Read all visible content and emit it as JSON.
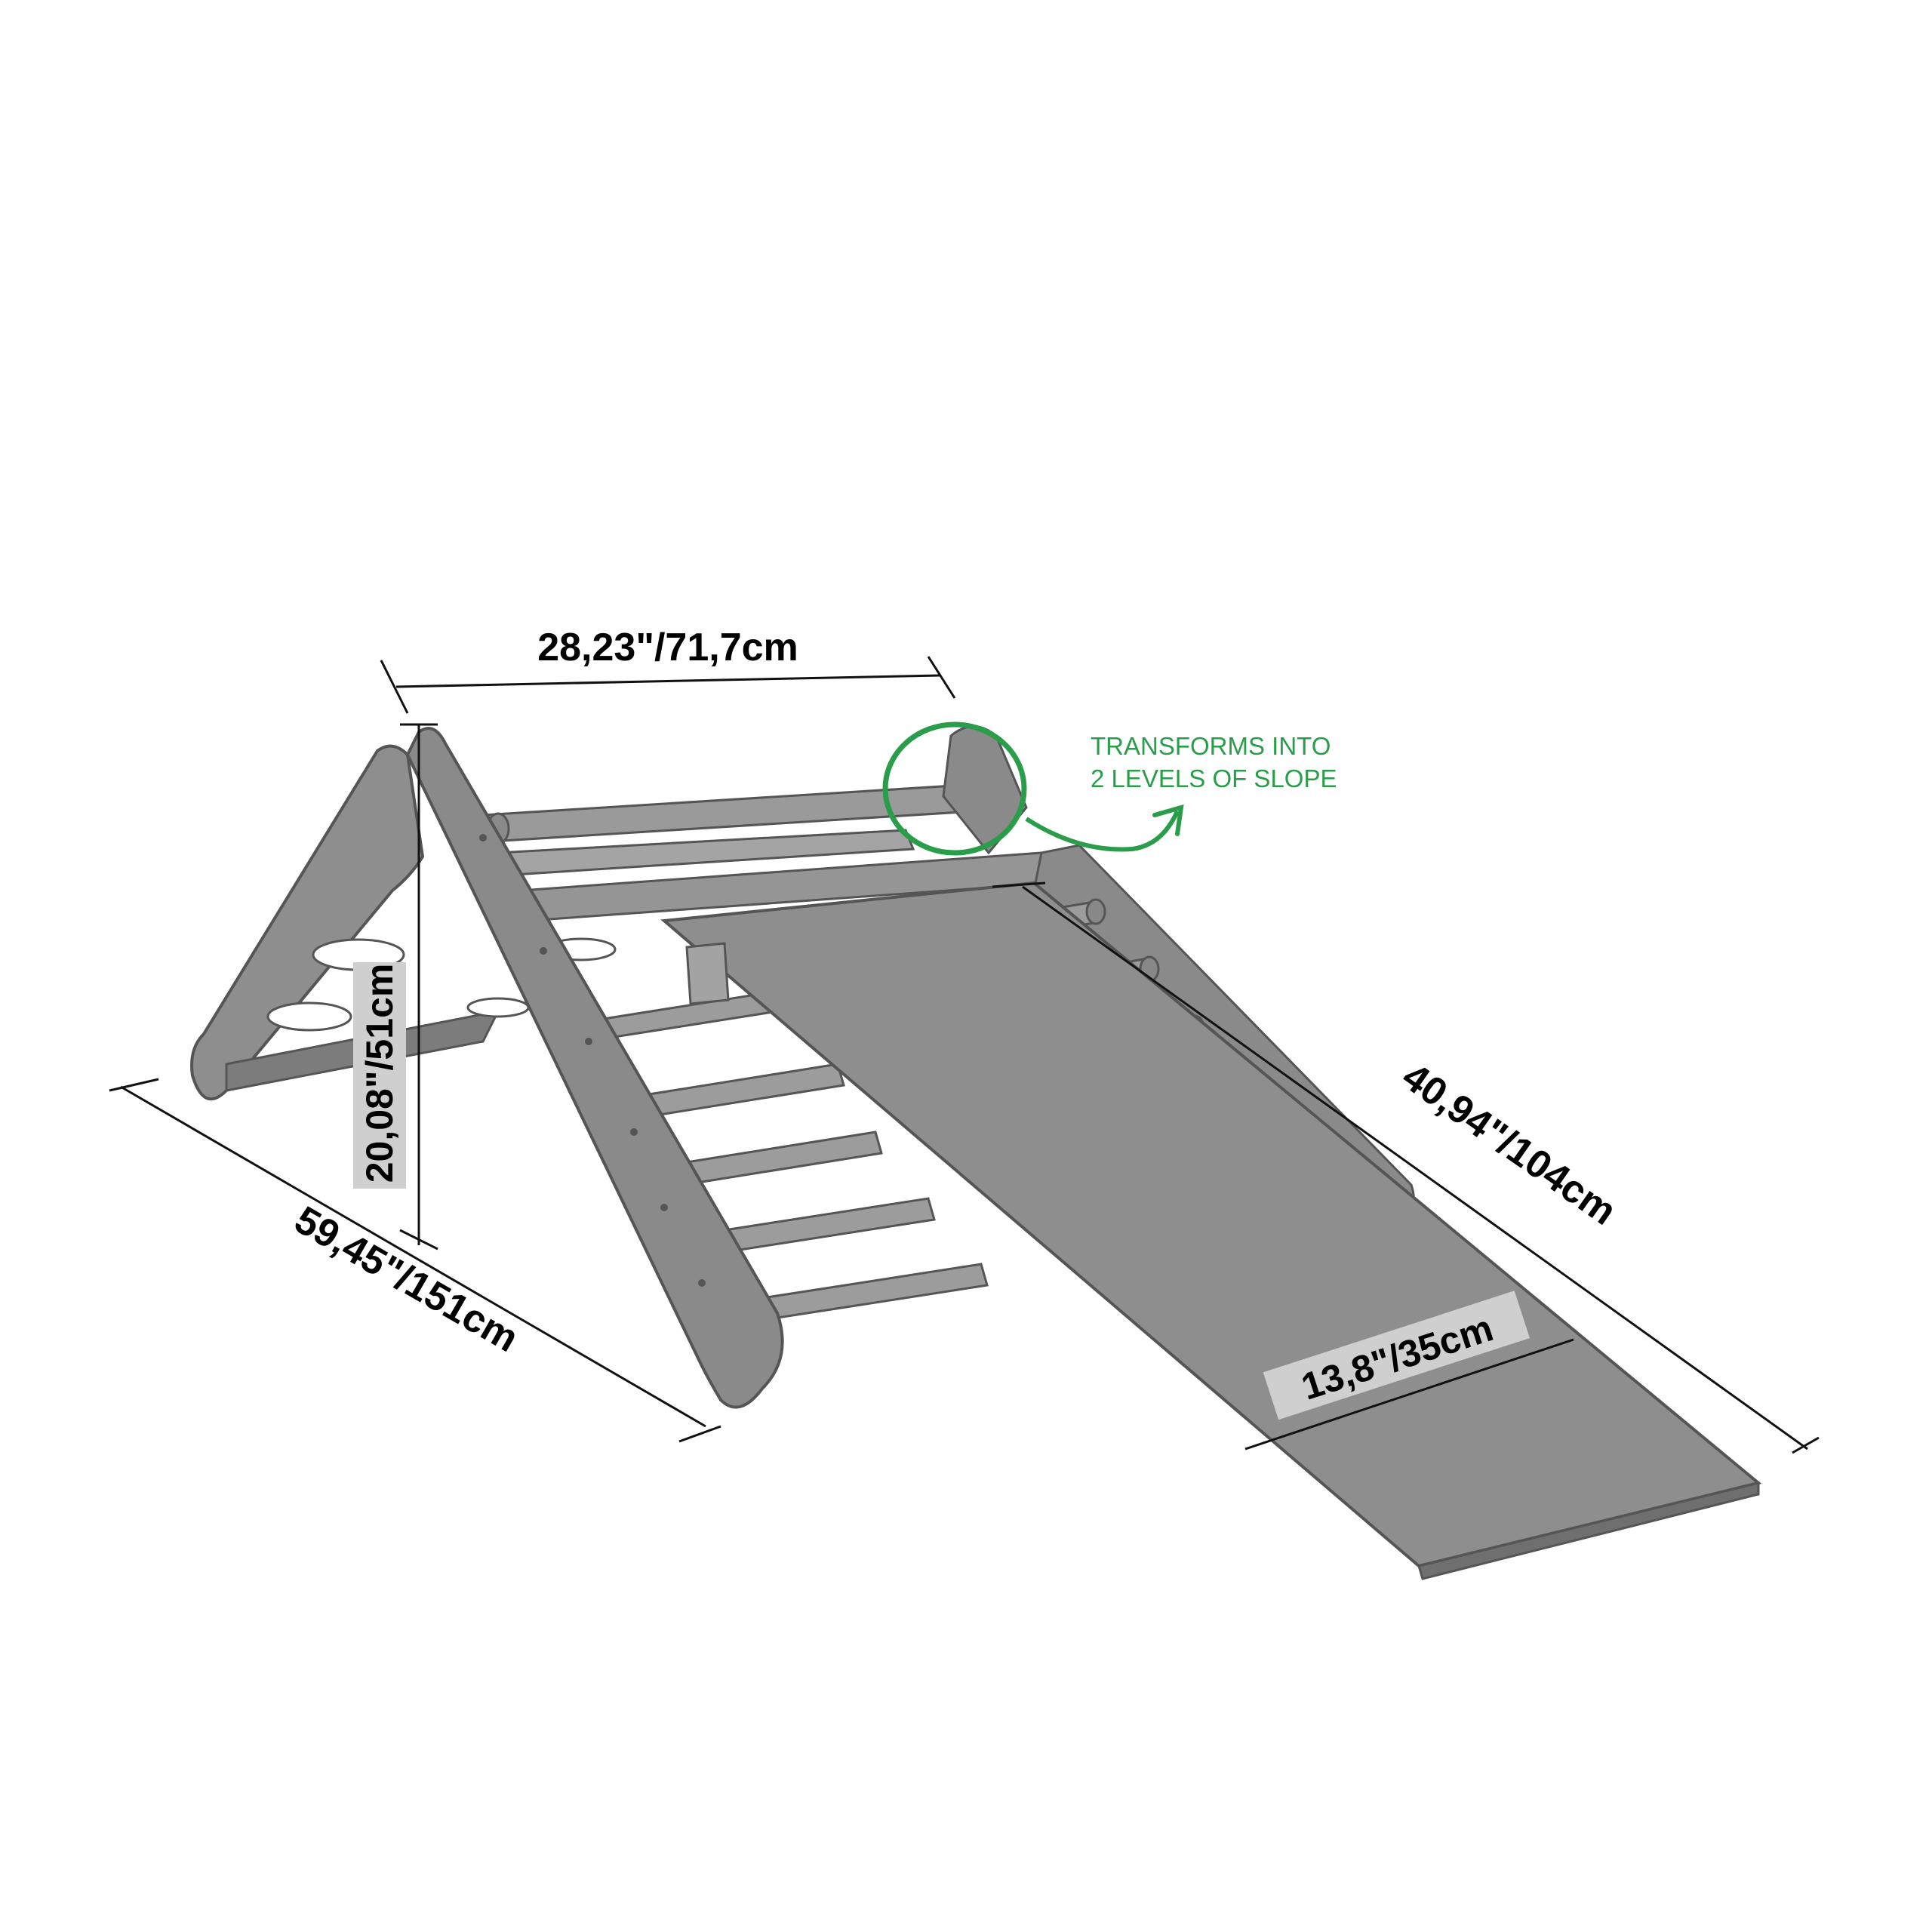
{
  "dimensions": {
    "width_top": "28,23\"/71,7cm",
    "height": "20,08\"/51cm",
    "length_total": "59,45\"/151cm",
    "ramp_length": "40,94\"/104cm",
    "ramp_width": "13,8\"/35cm"
  },
  "annotation": {
    "line1": "TRANSFORMS INTO",
    "line2": "2 LEVELS OF SLOPE"
  },
  "colors": {
    "wood": "#8e8e8e",
    "wood_dark": "#6f6f6f",
    "wood_light": "#a6a6a6",
    "outline": "#555555",
    "dimension_line": "#111111",
    "accent": "#2a9d4a",
    "label_box": "#cfcfcf"
  }
}
